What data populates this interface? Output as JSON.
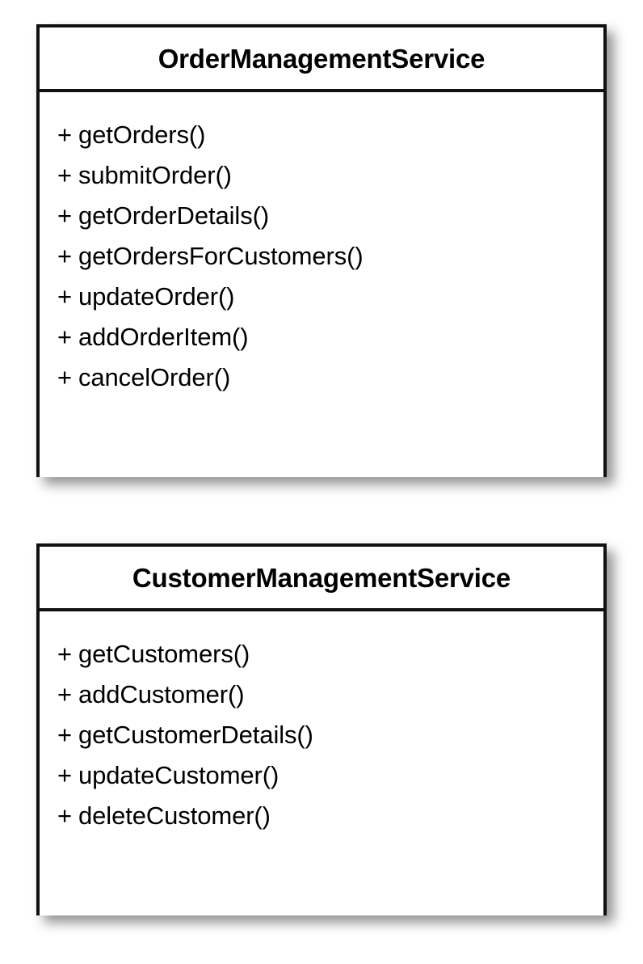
{
  "diagram": {
    "type": "uml-class-diagram",
    "background_color": "#ffffff",
    "border_color": "#111111",
    "text_color": "#000000",
    "classes": [
      {
        "id": "order-management-service",
        "name": "OrderManagementService",
        "attributes": [],
        "methods": [
          {
            "visibility": "+",
            "signature": "getOrders()"
          },
          {
            "visibility": "+",
            "signature": "submitOrder()"
          },
          {
            "visibility": "+",
            "signature": "getOrderDetails()"
          },
          {
            "visibility": "+",
            "signature": "getOrdersForCustomers()"
          },
          {
            "visibility": "+",
            "signature": "updateOrder()"
          },
          {
            "visibility": "+",
            "signature": "addOrderItem()"
          },
          {
            "visibility": "+",
            "signature": "cancelOrder()"
          }
        ]
      },
      {
        "id": "customer-management-service",
        "name": "CustomerManagementService",
        "attributes": [],
        "methods": [
          {
            "visibility": "+",
            "signature": "getCustomers()"
          },
          {
            "visibility": "+",
            "signature": "addCustomer()"
          },
          {
            "visibility": "+",
            "signature": "getCustomerDetails()"
          },
          {
            "visibility": "+",
            "signature": "updateCustomer()"
          },
          {
            "visibility": "+",
            "signature": "deleteCustomer()"
          }
        ]
      }
    ]
  }
}
